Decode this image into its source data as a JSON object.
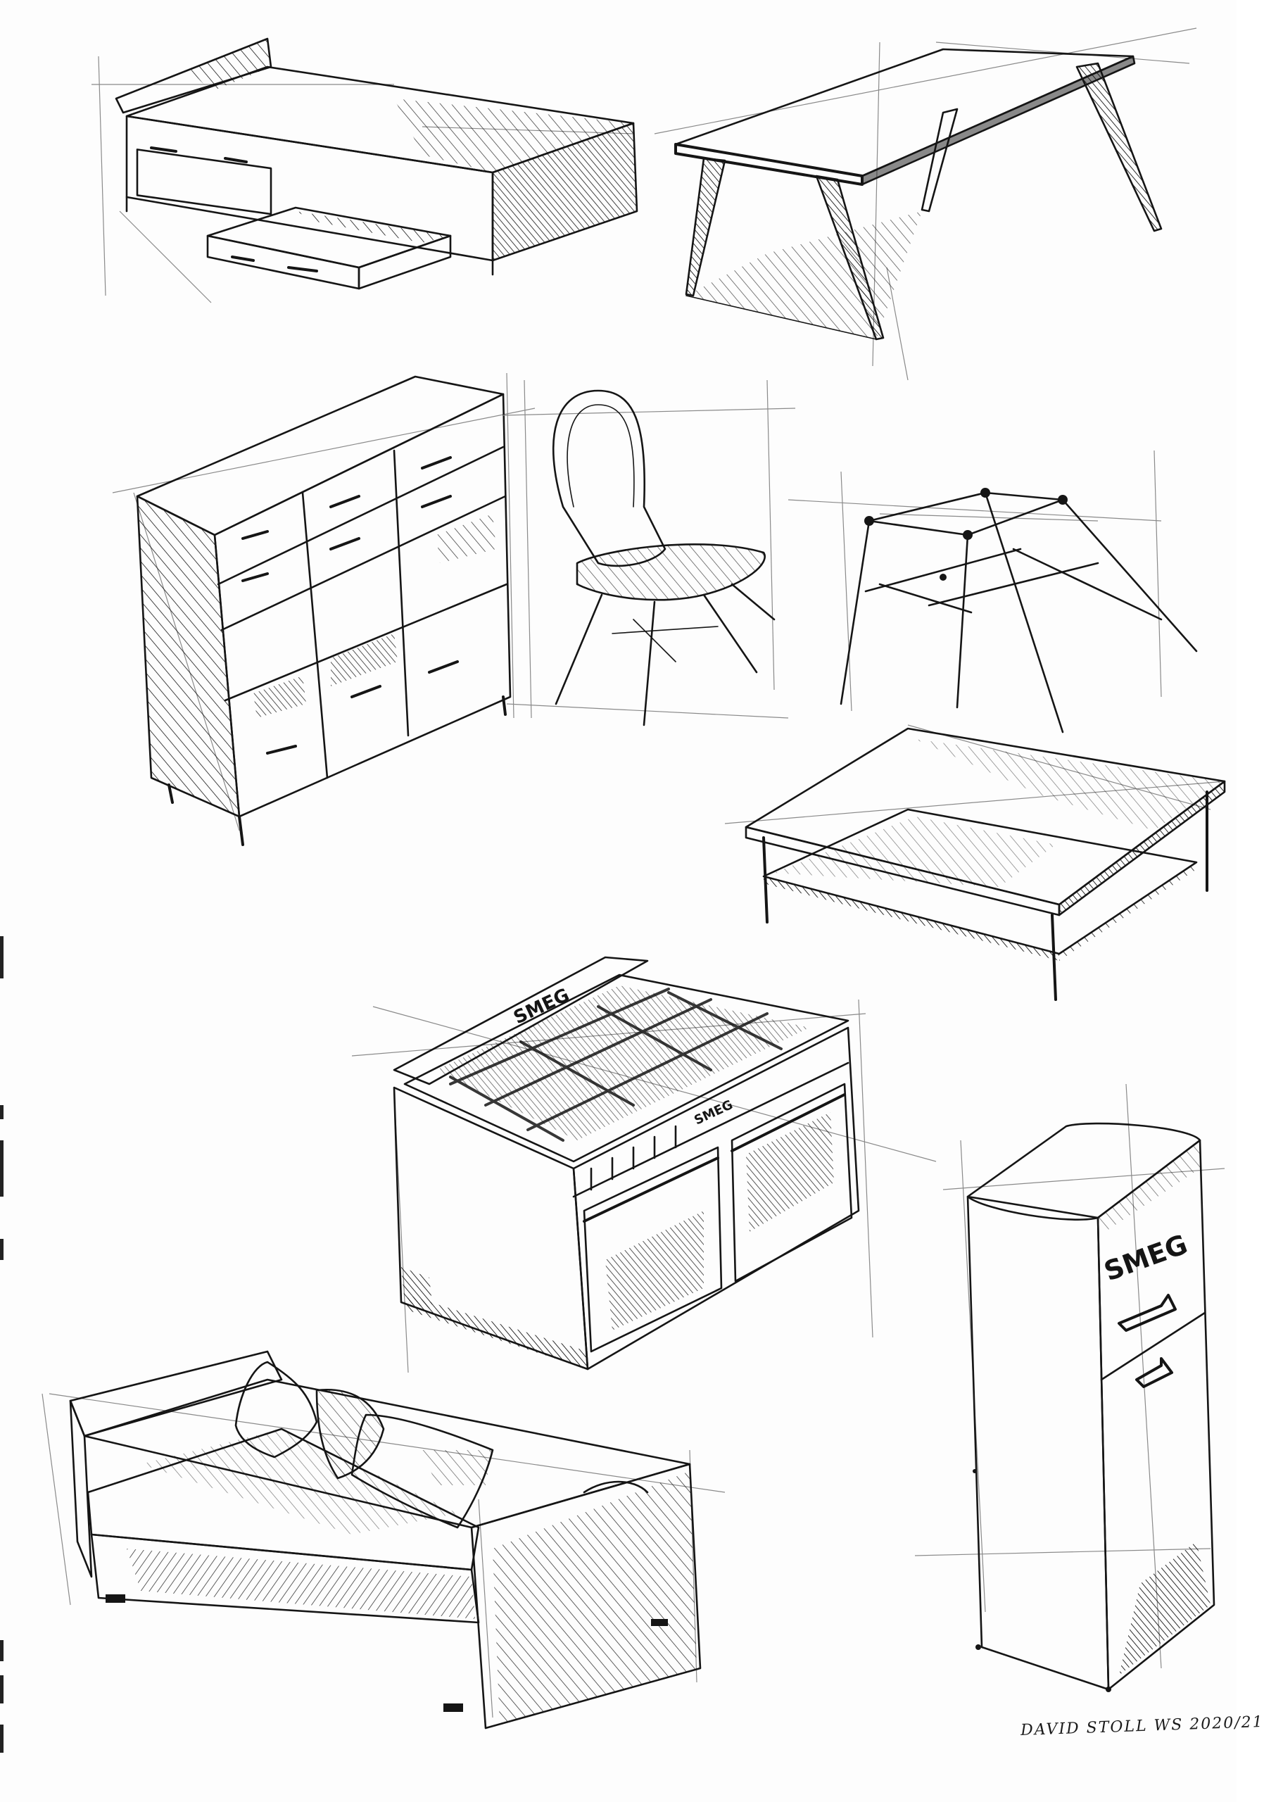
{
  "sheet": {
    "signature": "DAVID STOLL WS 2020/21",
    "colors": {
      "paper": "#fdfdfd",
      "ink": "#151515",
      "construction_lines": "#8a8a8a"
    }
  },
  "sketches": [
    {
      "id": "bed",
      "subject": "bed with pull-out drawers"
    },
    {
      "id": "dining-table",
      "subject": "table with angled legs"
    },
    {
      "id": "sideboard",
      "subject": "sideboard with drawers and open shelves"
    },
    {
      "id": "shell-chair",
      "subject": "shell chair with wire base"
    },
    {
      "id": "wire-base",
      "subject": "wire base"
    },
    {
      "id": "coffee-table",
      "subject": "coffee table with lower shelf"
    },
    {
      "id": "range-cooker",
      "subject": "range cooker",
      "brand_marking": "SMEG"
    },
    {
      "id": "sofa",
      "subject": "sofa with cushions"
    },
    {
      "id": "fridge",
      "subject": "retro fridge",
      "brand_marking": "SMEG"
    }
  ]
}
